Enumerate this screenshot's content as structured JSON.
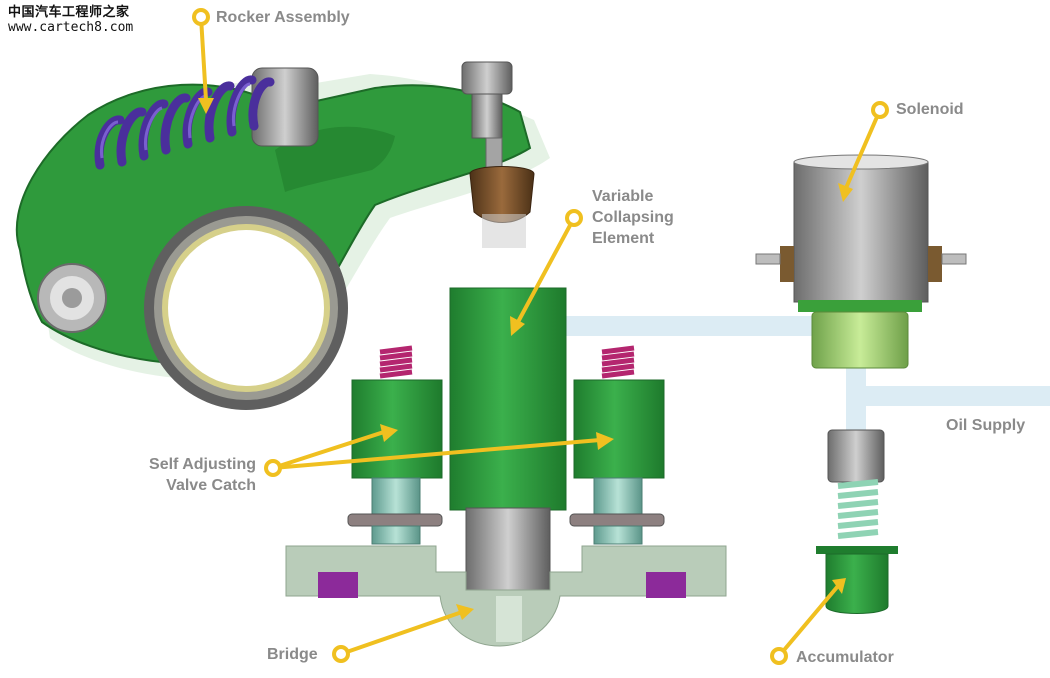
{
  "watermark": {
    "site_name": "中国汽车工程师之家",
    "url": "www.cartech8.com"
  },
  "labels": {
    "rocker_assembly": "Rocker Assembly",
    "solenoid": "Solenoid",
    "variable_collapsing_element": "Variable\nCollapsing\nElement",
    "oil_supply": "Oil Supply",
    "self_adjusting_valve_catch": "Self Adjusting\nValve Catch",
    "bridge": "Bridge",
    "accumulator": "Accumulator"
  },
  "colors": {
    "callout": "#f0c020",
    "label_text": "#8a8a8a",
    "rocker_green": "#2f9a3c",
    "spring_purple": "#5b3fb0",
    "element_green": "#2e9a44",
    "oil_line": "#dcecf4",
    "bridge_gray": "#b9ccb9",
    "pad_purple": "#8c2a9a"
  }
}
